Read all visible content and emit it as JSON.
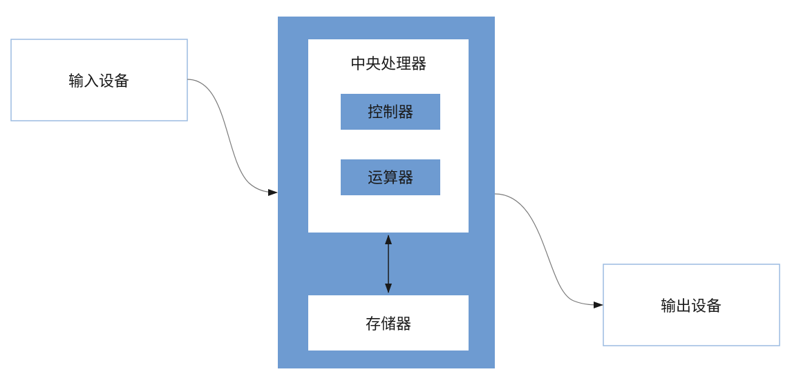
{
  "diagram": {
    "nodes": {
      "input_device": "输入设备",
      "cpu": "中央处理器",
      "controller": "控制器",
      "alu": "运算器",
      "memory": "存储器",
      "output_device": "输出设备"
    },
    "colors": {
      "container_fill": "#6e9bd1",
      "unit_fill": "#6e9bd1",
      "box_fill": "#ffffff",
      "outline": "#9bbbe0",
      "connector": "#7a7a7a",
      "arrow": "#1a1a1a",
      "text": "#1a1a1a"
    }
  }
}
